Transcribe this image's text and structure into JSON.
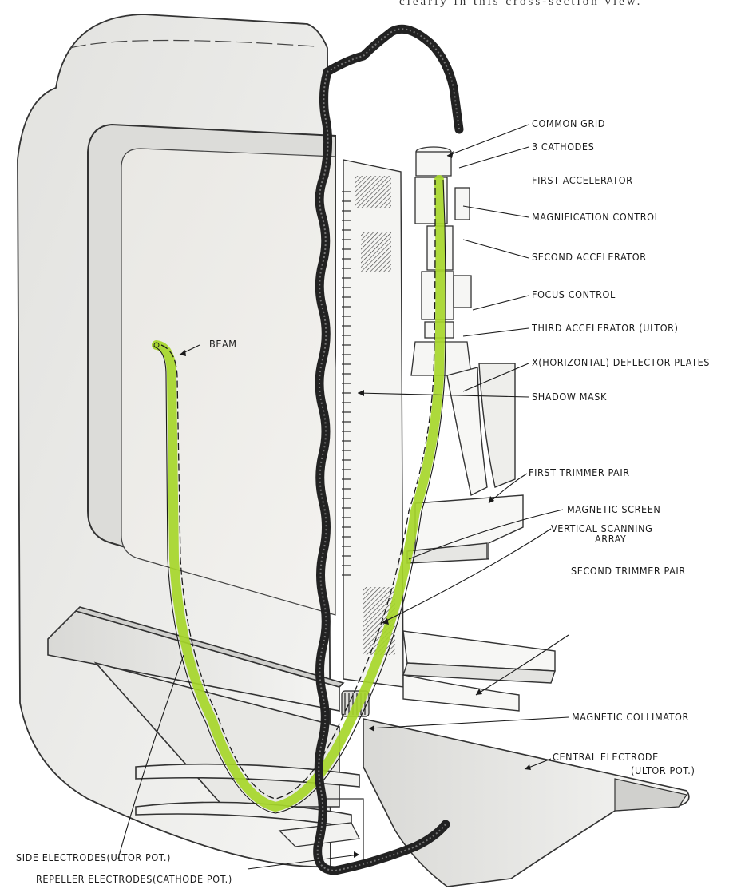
{
  "caption_fragment": "clearly in this cross-section view.",
  "labels": {
    "common_grid": "COMMON GRID",
    "cathodes": "3 CATHODES",
    "first_accelerator": "FIRST ACCELERATOR",
    "magnification_control": "MAGNIFICATION CONTROL",
    "second_accelerator": "SECOND ACCELERATOR",
    "focus_control": "FOCUS CONTROL",
    "third_accelerator": "THIRD ACCELERATOR (ULTOR)",
    "x_deflector": "X(HORIZONTAL) DEFLECTOR PLATES",
    "shadow_mask": "SHADOW MASK",
    "beam": "BEAM",
    "first_trimmer": "FIRST TRIMMER PAIR",
    "magnetic_screen": "MAGNETIC SCREEN",
    "vertical_scanning_1": "VERTICAL SCANNING",
    "vertical_scanning_2": "ARRAY",
    "second_trimmer": "SECOND TRIMMER PAIR",
    "magnetic_collimator": "MAGNETIC COLLIMATOR",
    "central_electrode_1": "CENTRAL ELECTRODE",
    "central_electrode_2": "(ULTOR POT.)",
    "side_electrodes": "SIDE ELECTRODES(ULTOR POT.)",
    "repeller_electrodes": "REPELLER ELECTRODES(CATHODE POT.)"
  },
  "colors": {
    "beam": "#a6d62a",
    "ink": "#1a1a1a",
    "housing_fill": "#eeeeec",
    "cutaway_edge": "#2a2a2a"
  }
}
